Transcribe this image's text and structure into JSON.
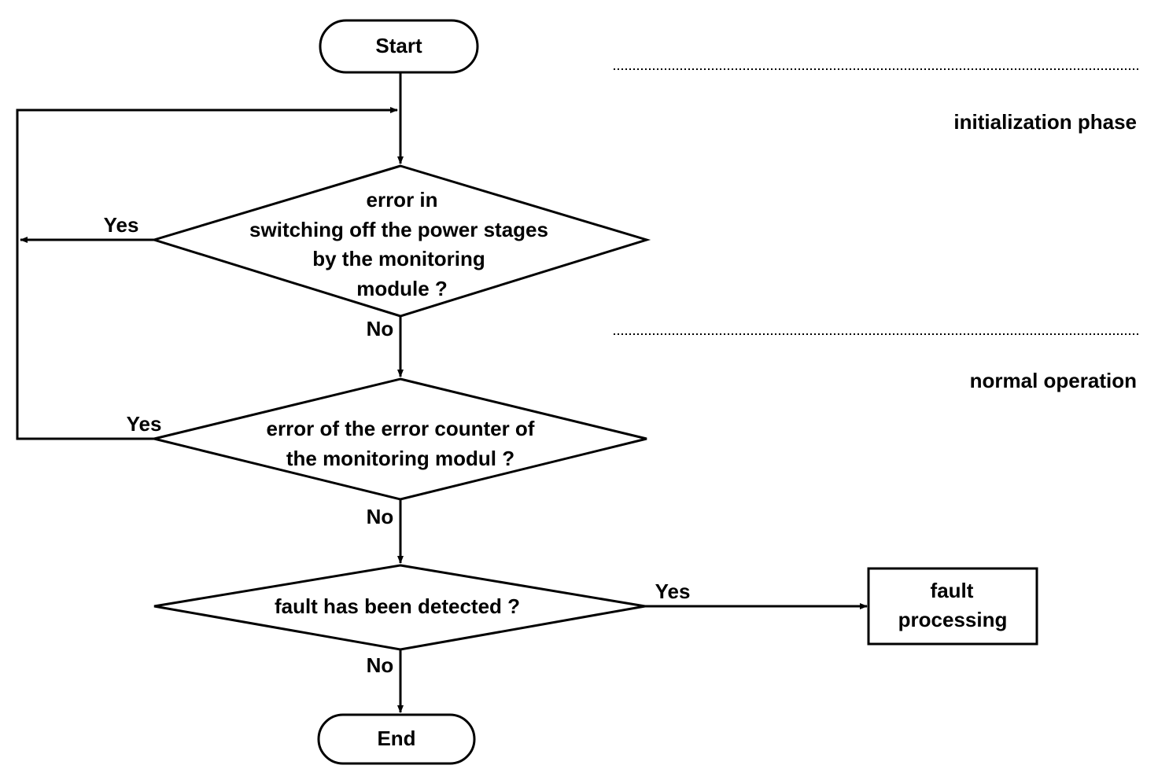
{
  "nodes": {
    "start": "Start",
    "decision1": [
      "error in",
      "switching off the power stages",
      "by the monitoring",
      "module ?"
    ],
    "decision2": [
      "error of the error counter of",
      "the monitoring modul ?"
    ],
    "decision3": "fault has been detected ?",
    "fault_processing": [
      "fault",
      "processing"
    ],
    "end": "End"
  },
  "edges": {
    "d1_yes": "Yes",
    "d1_no": "No",
    "d2_yes": "Yes",
    "d2_no": "No",
    "d3_yes": "Yes",
    "d3_no": "No"
  },
  "phases": {
    "initialization": "initialization phase",
    "normal": "normal operation"
  }
}
